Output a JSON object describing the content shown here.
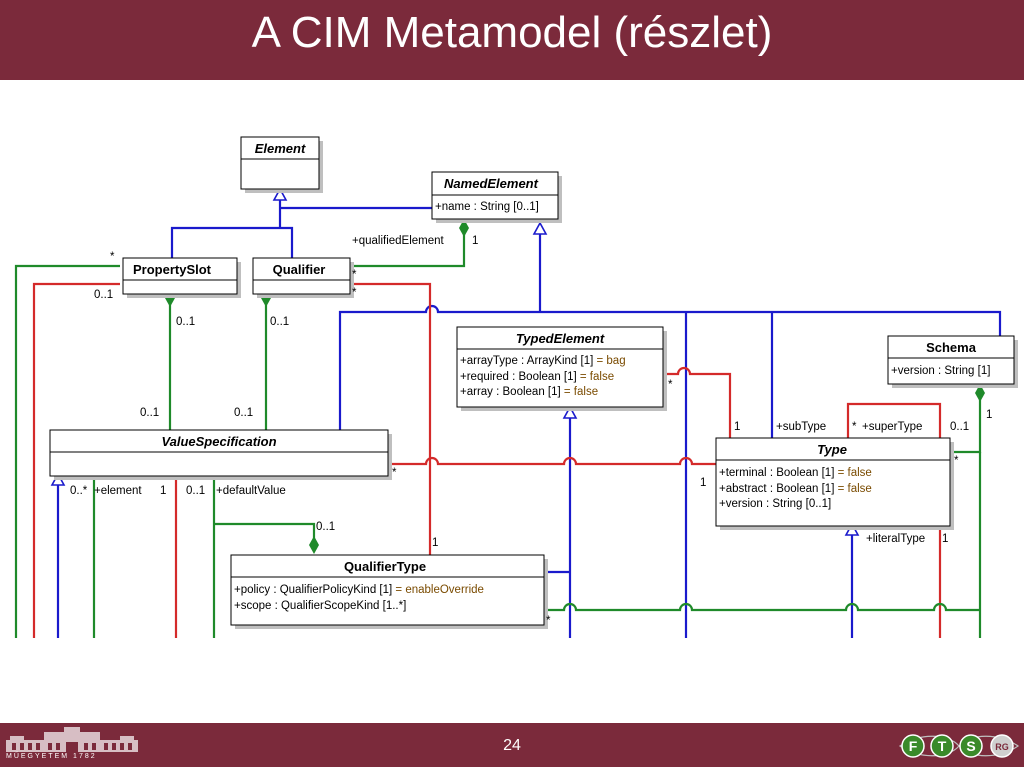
{
  "title": "A CIM Metamodel (részlet)",
  "page_number": "24",
  "footer": {
    "university_text": "MŰEGYETEM 1782",
    "logo_letters": [
      "F",
      "T",
      "S",
      "RG"
    ]
  },
  "classes": {
    "element": {
      "name": "Element"
    },
    "named_element": {
      "name": "NamedElement",
      "attrs": [
        {
          "name": "+name",
          "type": " : String [0..1]",
          "default": ""
        }
      ]
    },
    "property_slot": {
      "name": "PropertySlot"
    },
    "qualifier": {
      "name": "Qualifier"
    },
    "typed_element": {
      "name": "TypedElement",
      "attrs": [
        {
          "name": "+arrayType",
          "type": " : ArrayKind [1]",
          "default": " = bag"
        },
        {
          "name": "+required",
          "type": " : Boolean [1]",
          "default": " = false"
        },
        {
          "name": "+array",
          "type": " : Boolean [1]",
          "default": " = false"
        }
      ]
    },
    "schema": {
      "name": "Schema",
      "attrs": [
        {
          "name": "+version",
          "type": " : String [1]",
          "default": ""
        }
      ]
    },
    "value_specification": {
      "name": "ValueSpecification"
    },
    "type": {
      "name": "Type",
      "attrs": [
        {
          "name": "+terminal",
          "type": " : Boolean [1]",
          "default": " = false"
        },
        {
          "name": "+abstract",
          "type": " : Boolean [1]",
          "default": " = false"
        },
        {
          "name": "+version",
          "type": " : String [0..1]",
          "default": ""
        }
      ]
    },
    "qualifier_type": {
      "name": "QualifierType",
      "attrs": [
        {
          "name": "+policy",
          "type": " : QualifierPolicyKind [1]",
          "default": " = enableOverride"
        },
        {
          "name": "+scope",
          "type": " : QualifierScopeKind [1..*]",
          "default": ""
        }
      ]
    }
  },
  "labels": {
    "qualified_element": "+qualifiedElement",
    "one": "1",
    "star": "*",
    "zero_one": "0..1",
    "zero_star": "0..*",
    "element_role": "+element",
    "default_value": "+defaultValue",
    "sub_type": "+subType",
    "super_type": "+superType",
    "literal_type": "+literalType"
  },
  "colors": {
    "brand": "#7b2a3b",
    "generalization": "#1a1acc",
    "association_red": "#d42a2a",
    "association_green": "#1f8a2a"
  }
}
